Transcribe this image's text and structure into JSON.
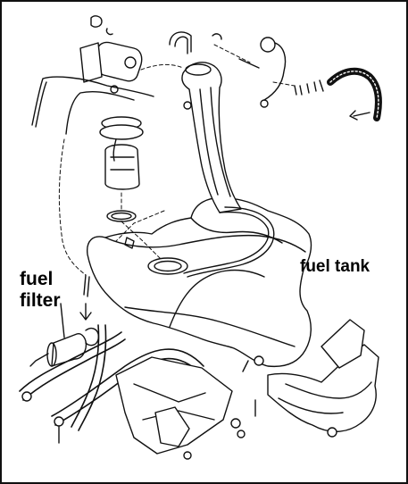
{
  "labels": {
    "fuel_tank": "fuel tank",
    "fuel_filter_line1": "fuel",
    "fuel_filter_line2": "filter"
  },
  "colors": {
    "ink": "#111111",
    "background": "#ffffff"
  }
}
